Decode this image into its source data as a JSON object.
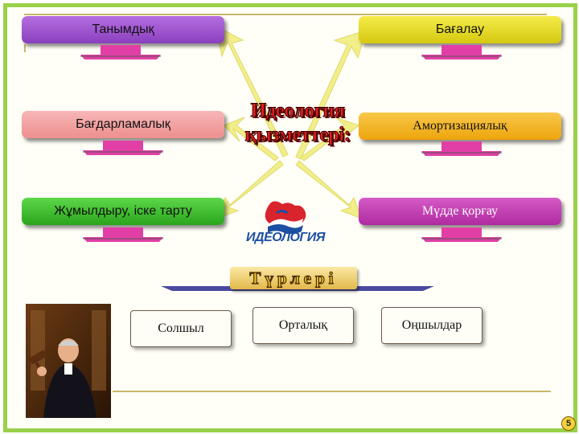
{
  "functions_title_line1": "Идеология",
  "functions_title_line2": "қызметтері:",
  "left_functions": [
    "Танымдық",
    "Бағдарламалық",
    "Жұмылдыру, іске тарту"
  ],
  "right_functions": [
    "Бағалау",
    "Амортизациялық",
    "Мүдде қорғау"
  ],
  "logo_text": "ИДЕОЛОГИЯ",
  "types_title": "Түрлері",
  "types": [
    "Солшыл",
    "Орталық",
    "Оңшылдар"
  ],
  "page_number": "5",
  "colors": {
    "frame": "#9ad14a",
    "arrows": "#f2ee8a",
    "purple_box": "#9b4fc9",
    "yellow_box": "#e8dc1c",
    "salmon_box": "#f4a3a3",
    "orange_box": "#f2b21c",
    "green_box": "#3cc22a",
    "magenta_box": "#c235b0",
    "tray": "#e23fa6",
    "title_red": "#e61e1e"
  },
  "icons": [
    "arrow-icon",
    "party-logo-icon",
    "judge-photo"
  ]
}
